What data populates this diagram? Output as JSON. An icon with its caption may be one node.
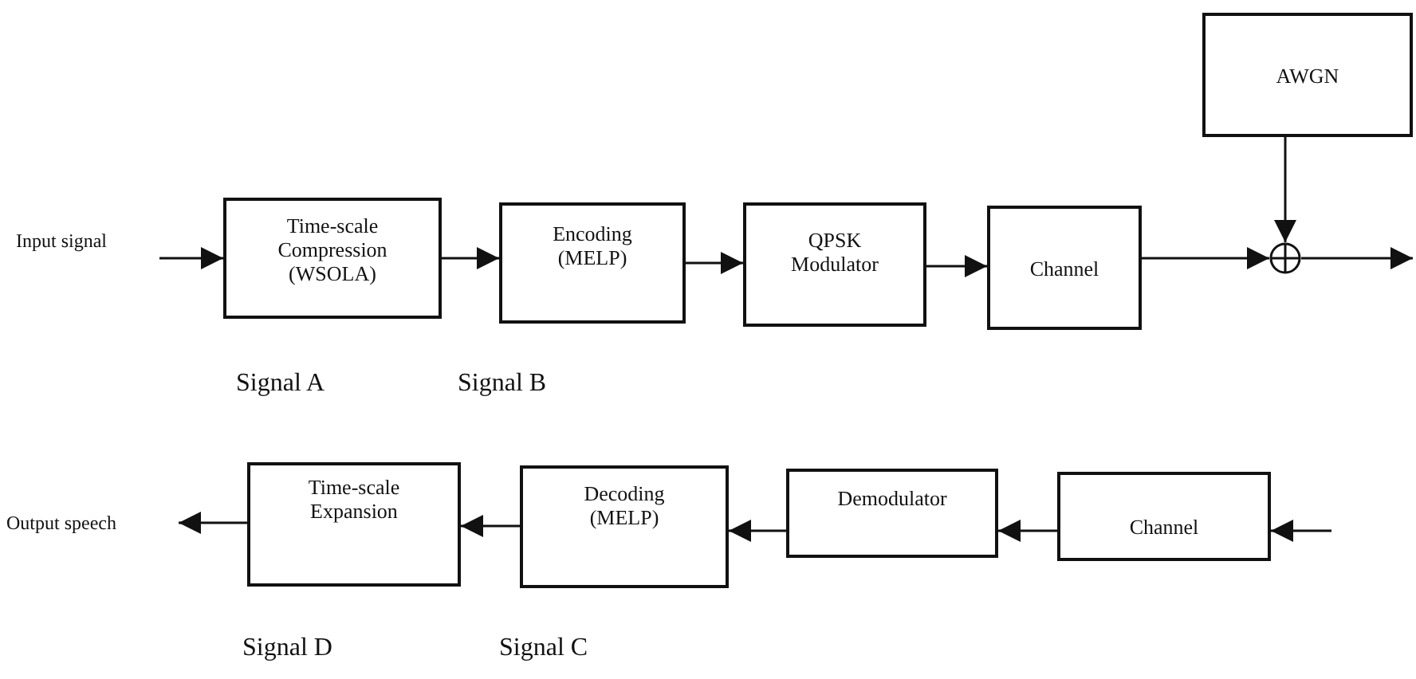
{
  "diagram": {
    "nodes": [
      {
        "text": [
          "Input signal"
        ]
      },
      {
        "text": [
          "Time-scale Compression (WSOLA)"
        ]
      },
      {
        "text": [
          "Encoding (MELP)"
        ]
      },
      {
        "text": [
          "QPSK Modulator"
        ]
      },
      {
        "text": [
          "Channel"
        ]
      },
      {
        "text": [
          "AWGN"
        ]
      },
      {
        "text": [],
        "shape": "circle"
      },
      {
        "text": [
          "Channel"
        ]
      },
      {
        "text": [
          "Demodulator"
        ]
      },
      {
        "text": [
          "Decoding (MELP)"
        ]
      },
      {
        "text": [
          "Time-scale Expansion"
        ]
      },
      {
        "text": [
          "Output speech"
        ]
      }
    ],
    "edges": [
      {
        "from": 0,
        "to": 1,
        "arrow": "to"
      },
      {
        "from": 1,
        "to": 2,
        "arrow": "to"
      },
      {
        "from": 2,
        "to": 3,
        "arrow": "to"
      },
      {
        "from": 3,
        "to": 4,
        "arrow": "to"
      },
      {
        "from": 4,
        "to": 6,
        "arrow": "to"
      },
      {
        "from": 5,
        "to": 6,
        "arrow": "to"
      },
      {
        "from": 6,
        "to": null,
        "arrow": "to"
      },
      {
        "from": null,
        "to": 7,
        "arrow": "to"
      },
      {
        "from": 7,
        "to": 8,
        "arrow": "to"
      },
      {
        "from": 8,
        "to": 9,
        "arrow": "to"
      },
      {
        "from": 9,
        "to": 10,
        "arrow": "to"
      },
      {
        "from": 10,
        "to": 11,
        "arrow": "to"
      }
    ],
    "labels": [
      "Signal A",
      "Signal B",
      "Signal D",
      "Signal C"
    ]
  }
}
